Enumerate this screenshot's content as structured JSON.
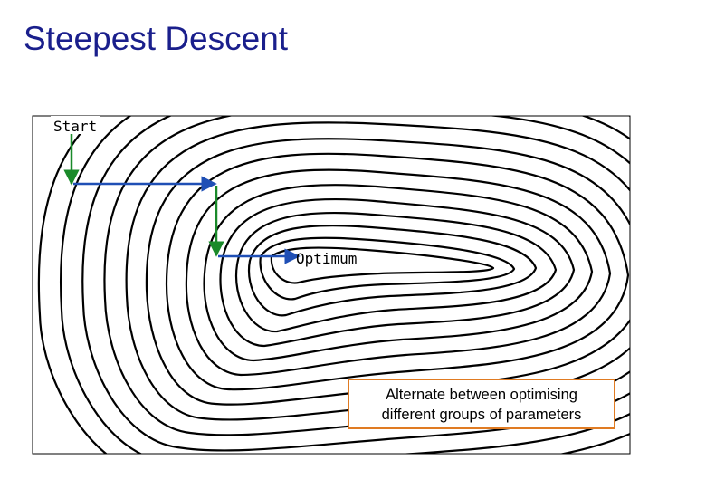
{
  "title": "Steepest Descent",
  "diagram": {
    "start_label": "Start",
    "optimum_label": "Optimum",
    "note_lines": [
      "Alternate between optimising",
      "different groups of parameters"
    ],
    "colors": {
      "title": "#1a1f8c",
      "contour": "#000000",
      "horizontal_step": "#1f4fb5",
      "vertical_step": "#1a8a2a",
      "note_border": "#e07b22"
    },
    "steps": [
      {
        "direction": "down",
        "color": "green"
      },
      {
        "direction": "right",
        "color": "blue"
      },
      {
        "direction": "down",
        "color": "green"
      },
      {
        "direction": "right",
        "color": "blue"
      }
    ]
  }
}
